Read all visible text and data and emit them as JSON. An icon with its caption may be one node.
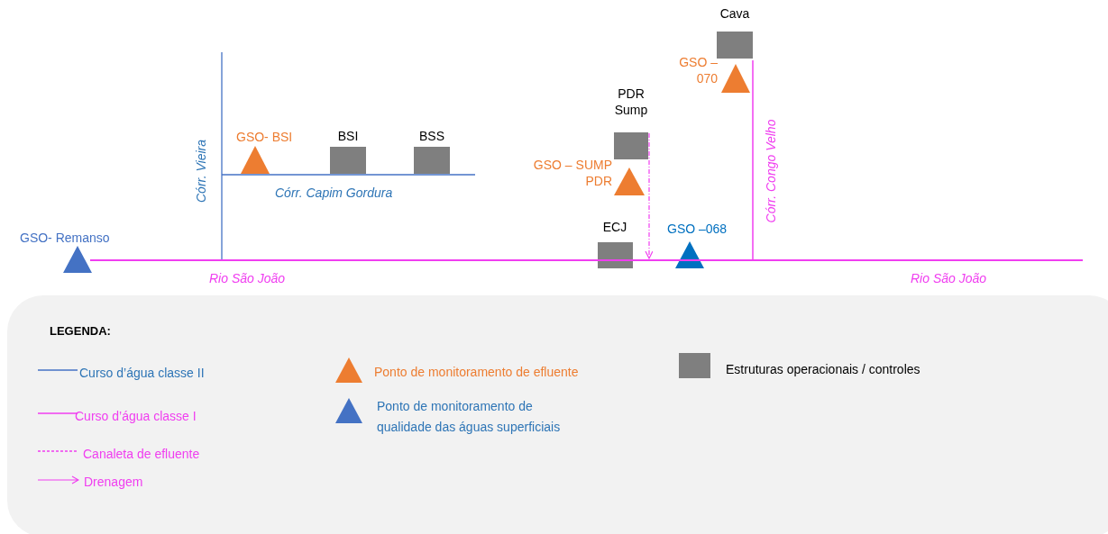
{
  "diagram": {
    "nodes": [
      {
        "text": [
          "Cava"
        ]
      },
      {
        "text": [
          "GSO – 070"
        ]
      },
      {
        "text": [
          "PDR Sump"
        ]
      },
      {
        "text": [
          "GSO- BSI"
        ]
      },
      {
        "text": [
          "BSI"
        ]
      },
      {
        "text": [
          "BSS"
        ]
      },
      {
        "text": [
          "GSO – SUMP PDR"
        ]
      },
      {
        "text": [
          "ECJ"
        ]
      },
      {
        "text": [
          "GSO –068"
        ]
      },
      {
        "text": [
          "GSO- Remanso"
        ]
      },
      {
        "text": [],
        "shape": "bar",
        "beside": [
          "Rio São João",
          "Rio São João"
        ]
      }
    ],
    "edges": [
      {
        "from": 2,
        "to": 10,
        "arrow": "to",
        "style": "dashed"
      }
    ],
    "labels": [
      "Córr. Vieira",
      "Córr. Capim Gordura",
      "Córr. Congo Velho",
      "LEGENDA:"
    ],
    "legend": [
      {
        "text": "Curso d’água classe II"
      },
      {
        "text": "Curso d’água classe I"
      },
      {
        "text": "Canaleta de efluente"
      },
      {
        "text": "Drenagem"
      },
      {
        "text": "Ponto de monitoramento de efluente"
      },
      {
        "text": "Ponto de monitoramento de qualidade das águas superficiais"
      },
      {
        "text": "Estruturas operacionais / controles",
        "color": "#7f7f7f"
      }
    ]
  }
}
